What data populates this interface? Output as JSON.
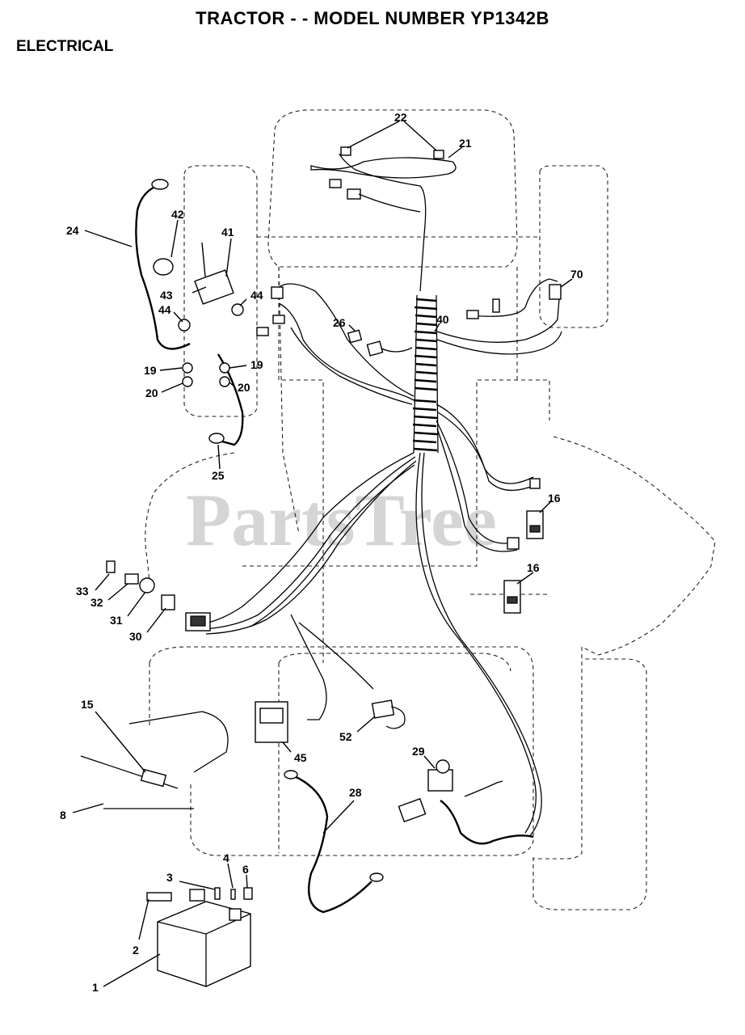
{
  "header": {
    "title": "TRACTOR - - MODEL NUMBER YP1342B",
    "section": "ELECTRICAL"
  },
  "watermark": "PartsTree",
  "callouts": [
    {
      "id": "c22",
      "label": "22"
    },
    {
      "id": "c21",
      "label": "21"
    },
    {
      "id": "c24",
      "label": "24"
    },
    {
      "id": "c42",
      "label": "42"
    },
    {
      "id": "c41",
      "label": "41"
    },
    {
      "id": "c43",
      "label": "43"
    },
    {
      "id": "c44a",
      "label": "44"
    },
    {
      "id": "c44b",
      "label": "44"
    },
    {
      "id": "c19a",
      "label": "19"
    },
    {
      "id": "c19b",
      "label": "19"
    },
    {
      "id": "c20a",
      "label": "20"
    },
    {
      "id": "c20b",
      "label": "20"
    },
    {
      "id": "c26",
      "label": "26"
    },
    {
      "id": "c40",
      "label": "40"
    },
    {
      "id": "c70",
      "label": "70"
    },
    {
      "id": "c25",
      "label": "25"
    },
    {
      "id": "c16a",
      "label": "16"
    },
    {
      "id": "c16b",
      "label": "16"
    },
    {
      "id": "c33",
      "label": "33"
    },
    {
      "id": "c32",
      "label": "32"
    },
    {
      "id": "c31",
      "label": "31"
    },
    {
      "id": "c30",
      "label": "30"
    },
    {
      "id": "c15",
      "label": "15"
    },
    {
      "id": "c45",
      "label": "45"
    },
    {
      "id": "c52",
      "label": "52"
    },
    {
      "id": "c29",
      "label": "29"
    },
    {
      "id": "c28",
      "label": "28"
    },
    {
      "id": "c8",
      "label": "8"
    },
    {
      "id": "c3",
      "label": "3"
    },
    {
      "id": "c4",
      "label": "4"
    },
    {
      "id": "c6",
      "label": "6"
    },
    {
      "id": "c2",
      "label": "2"
    },
    {
      "id": "c1",
      "label": "1"
    }
  ]
}
